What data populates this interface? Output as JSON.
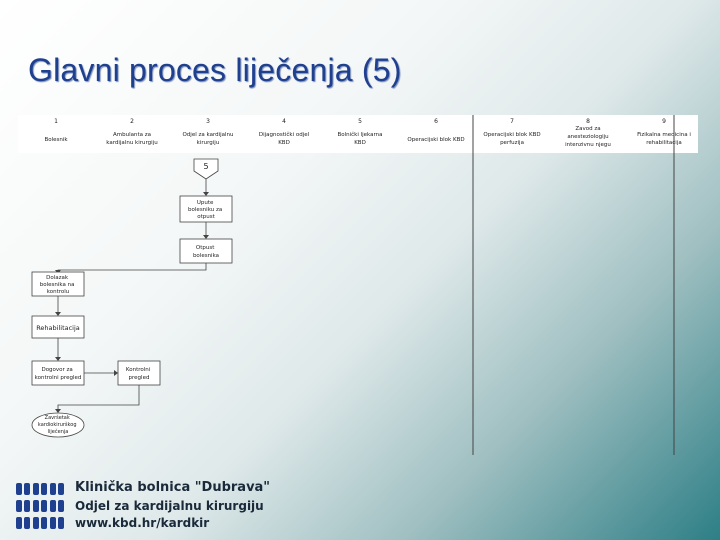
{
  "title": "Glavni proces liječenja (5)",
  "columns": [
    {
      "num": "1",
      "lines": [
        "Bolesnik"
      ]
    },
    {
      "num": "2",
      "lines": [
        "Ambulanta za",
        "kardijalnu kirurgiju"
      ]
    },
    {
      "num": "3",
      "lines": [
        "Odjel za kardijalnu",
        "kirurgiju"
      ]
    },
    {
      "num": "4",
      "lines": [
        "Dijagnostički odjel",
        "KBD"
      ]
    },
    {
      "num": "5",
      "lines": [
        "Bolnički ljekarna",
        "KBD"
      ]
    },
    {
      "num": "6",
      "lines": [
        "Operacijski blok KBD"
      ]
    },
    {
      "num": "7",
      "lines": [
        "Operacijski blok KBD",
        "perfuzija"
      ]
    },
    {
      "num": "8",
      "lines": [
        "Zavod za",
        "anesteziologiju",
        "intenzivnu njegu"
      ]
    },
    {
      "num": "9",
      "lines": [
        "Fizikalna medicina i",
        "rehabilitacija"
      ]
    }
  ],
  "connector": "5",
  "steps": {
    "upute": [
      "Upute",
      "bolesniku za",
      "otpust"
    ],
    "otpust": [
      "Otpust",
      "bolesnika"
    ],
    "dolazak": [
      "Dolazak",
      "bolesnika na",
      "kontrolu"
    ],
    "rehabilitacija": [
      "Rehabilitacija"
    ],
    "dogovor": [
      "Dogovor za",
      "kontrolni pregled"
    ],
    "kontrolni": [
      "Kontrolni",
      "pregled"
    ],
    "zavrsetak": [
      "Završetak",
      "kardiokirurškog",
      "liječenja"
    ]
  },
  "footer": {
    "hospital": "Klinička bolnica \"Dubrava\"",
    "department": "Odjel za kardijalnu kirurgiju",
    "url": "www.kbd.hr/kardkir"
  }
}
